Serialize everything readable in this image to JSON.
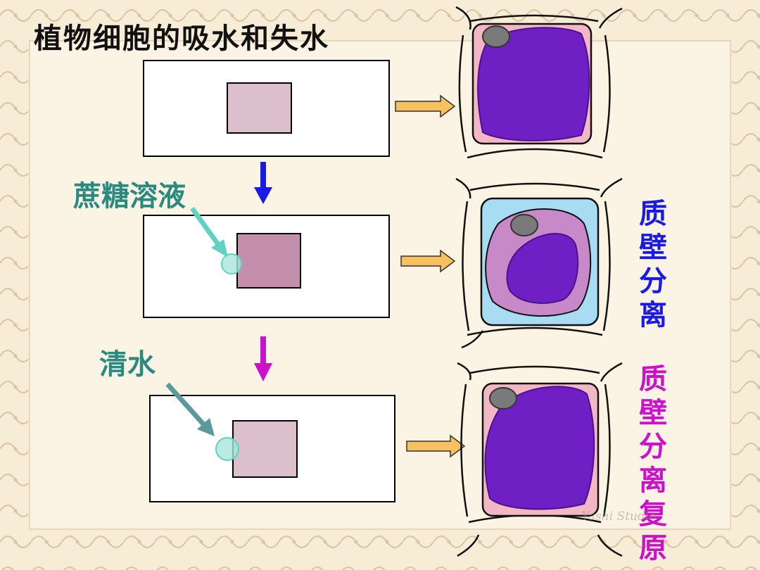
{
  "title": "植物细胞的吸水和失水",
  "labels": {
    "sucrose_solution": "蔗糖溶液",
    "fresh_water": "清水",
    "plasmolysis": "质壁分离",
    "deplasmolysis": "质壁分离复原"
  },
  "watermark": "Yashi  Studio",
  "colors": {
    "background": "#f7ecd6",
    "cell_wall_gap_pink": "#f2b6c4",
    "vacuole_purple": "#6f1fc4",
    "cytoplasm_light_purple": "#c889c8",
    "plasmolysis_solution_blue": "#a8dcf2",
    "nucleus_gray": "#7a7a7a",
    "tissue_pale": "#dbbfcd",
    "tissue_dark": "#c38fac",
    "drop_teal": "#5dd3c0",
    "arrow_blue": "#1a1ae6",
    "arrow_magenta": "#cc11cc",
    "arrow_orange": "#f6c15e",
    "label_teal": "#2a8a80",
    "text_blue": "#1a1ae6",
    "text_magenta": "#cc11cc"
  }
}
